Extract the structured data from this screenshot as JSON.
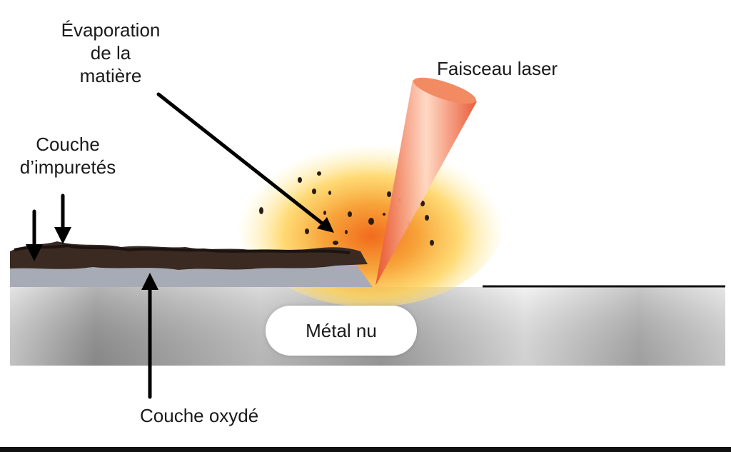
{
  "diagram": {
    "labels": {
      "evaporation": [
        "Évaporation",
        "de la",
        "matière"
      ],
      "laser_beam": "Faisceau laser",
      "impurities": [
        "Couche",
        "d’impuretés"
      ],
      "bare_metal": "Métal nu",
      "oxide_layer": "Couche oxydé"
    },
    "colors": {
      "metal_light": "#e9e9e9",
      "metal_dark": "#8f8f8f",
      "oxide": "#a9adb6",
      "impurities": "#3a2a22",
      "glow_core": "#f58a1f",
      "glow_outer": "#ffe27a",
      "beam": "#f0714a",
      "particles": "#2b1d14",
      "arrows": "#000000"
    }
  }
}
